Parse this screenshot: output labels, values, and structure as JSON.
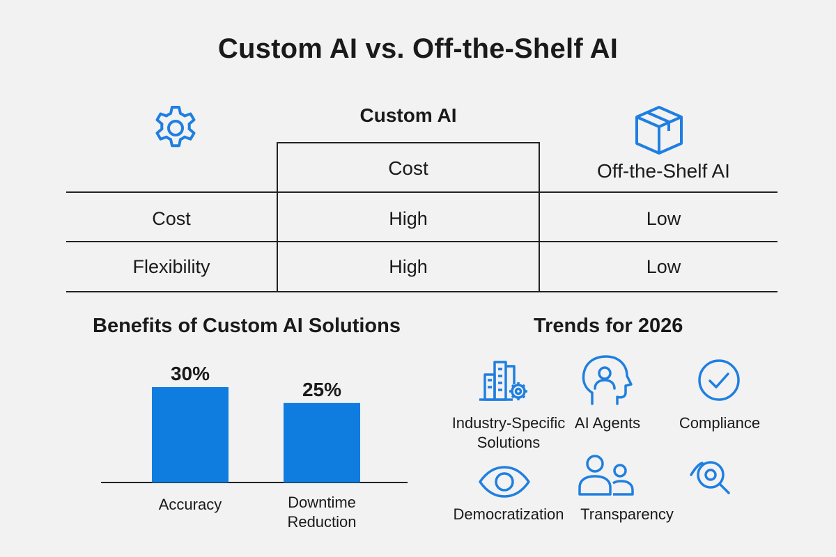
{
  "title": "Custom AI vs. Off-the-Shelf AI",
  "colors": {
    "accent": "#1f7fe0",
    "bar": "#0f7ce0",
    "text": "#1a1a1a",
    "background": "#f2f2f2"
  },
  "comparison": {
    "icons": {
      "left": "gear-icon",
      "right": "box-icon"
    },
    "header_custom": "Custom AI",
    "header_custom_sub": "Cost",
    "header_offshelf": "Off-the-Shelf AI",
    "rows": [
      {
        "label": "Cost",
        "custom": "High",
        "offshelf": "Low"
      },
      {
        "label": "Flexibility",
        "custom": "High",
        "offshelf": "Low"
      }
    ]
  },
  "benefits": {
    "title": "Benefits of Custom AI Solutions"
  },
  "chart_data": {
    "type": "bar",
    "title": "Benefits of Custom AI Solutions",
    "categories": [
      "Accuracy",
      "Downtime Reduction"
    ],
    "category_labels": [
      [
        "Accuracy"
      ],
      [
        "Downtime",
        "Reduction"
      ]
    ],
    "values": [
      30,
      25
    ],
    "value_labels": [
      "30%",
      "25%"
    ],
    "ylim": [
      0,
      30
    ],
    "grid": false
  },
  "trends": {
    "title": "Trends for 2026",
    "items": [
      {
        "icon": "industry-building-gear-icon",
        "label_lines": [
          "Industry-Specific",
          "Solutions"
        ]
      },
      {
        "icon": "ai-agent-head-icon",
        "label_lines": [
          "AI Agents"
        ]
      },
      {
        "icon": "checkmark-circle-icon",
        "label_lines": [
          "Compliance"
        ]
      },
      {
        "icon": "eye-icon",
        "label_lines": [
          "Democratization"
        ]
      },
      {
        "icon": "people-icon",
        "label_lines": [
          "Transparency"
        ]
      },
      {
        "icon": "magnifier-eye-icon",
        "label_lines": []
      }
    ]
  }
}
